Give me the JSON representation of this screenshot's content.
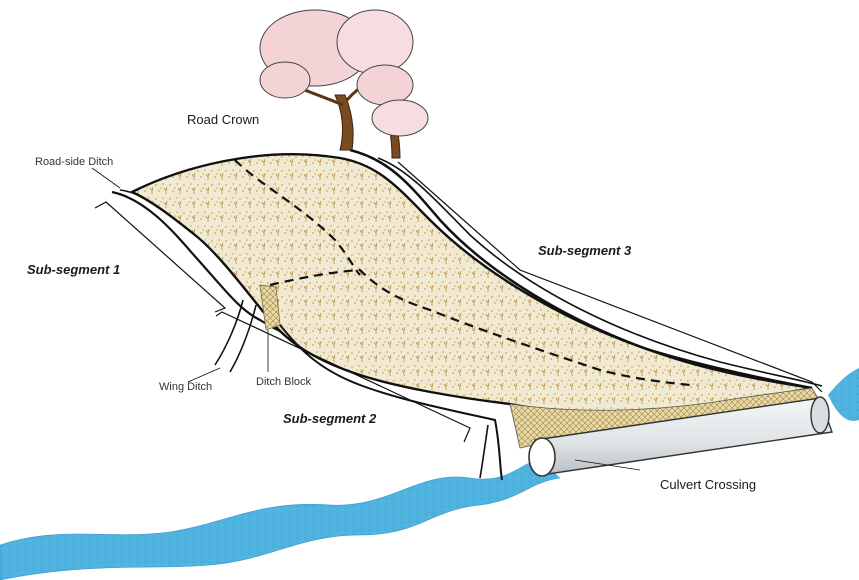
{
  "labels": {
    "road_crown": "Road Crown",
    "roadside_ditch": "Road-side Ditch",
    "sub_segment_1": "Sub-segment 1",
    "sub_segment_2": "Sub-segment 2",
    "sub_segment_3": "Sub-segment 3",
    "ditch_block": "Ditch Block",
    "wing_ditch": "Wing Ditch",
    "culvert_crossing": "Culvert Crossing"
  },
  "colors": {
    "road_surface": "#efe6c8",
    "road_speckle": "#b8a06a",
    "water": "#4fb3e0",
    "culvert": "#e4e8ea",
    "culvert_mesh": "#d8c890",
    "tree_trunk": "#7a4a22",
    "tree_blossom": "#f3d3d6",
    "ink": "#111111"
  }
}
